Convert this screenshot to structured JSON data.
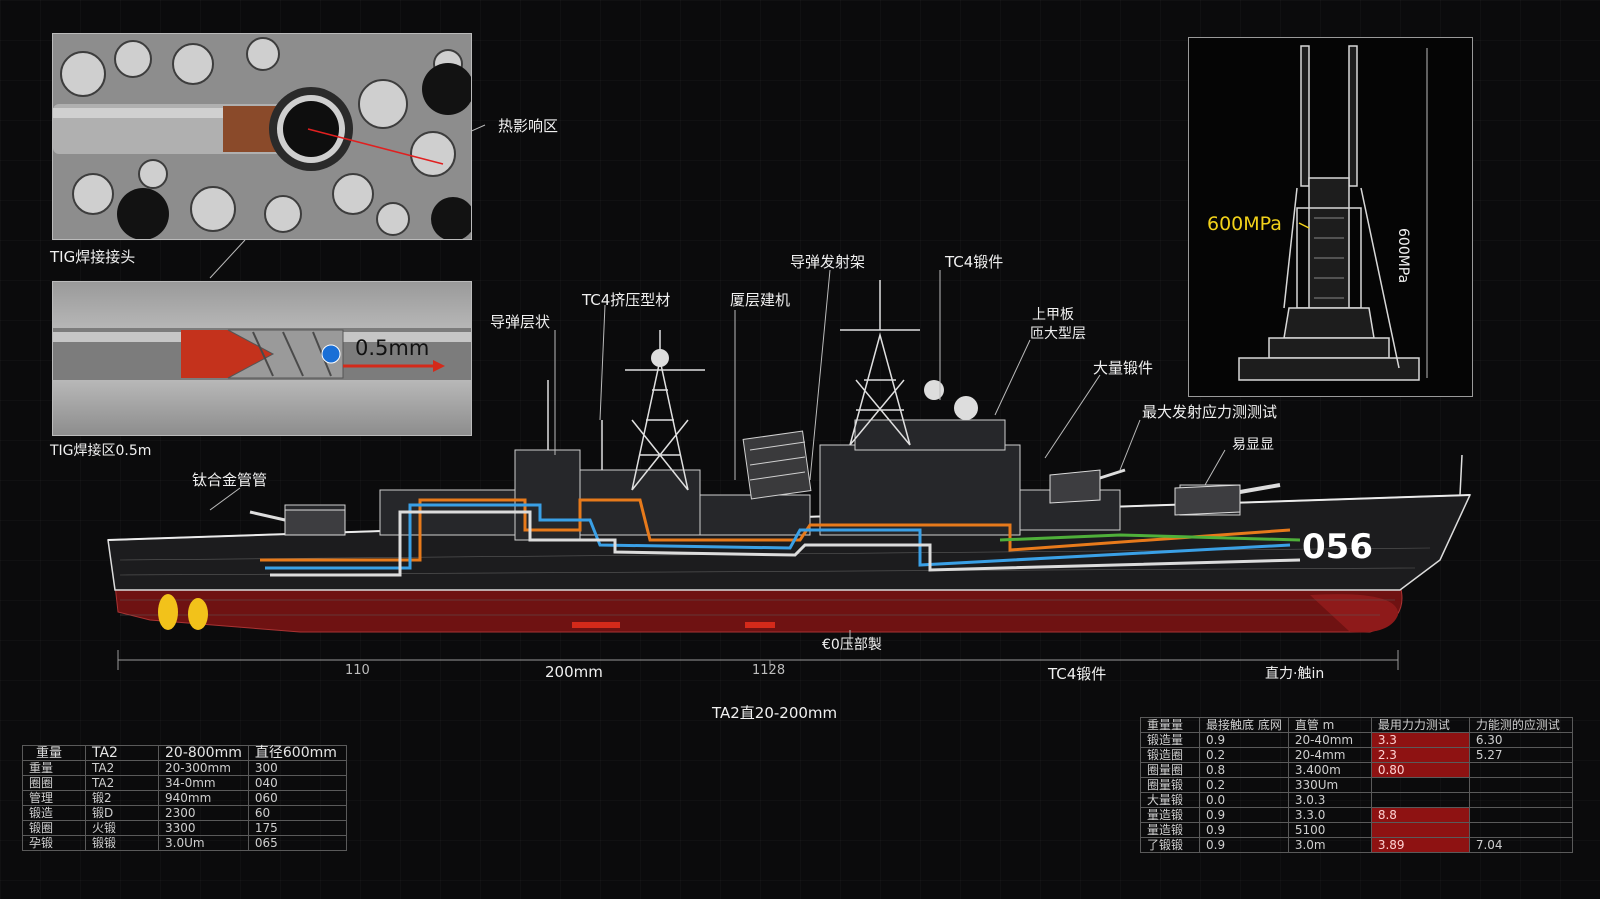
{
  "colors": {
    "background": "#0b0b0c",
    "hull_red": "#7a1414",
    "pipe_orange": "#e77a1b",
    "pipe_blue": "#3aa0e6",
    "pipe_green": "#4fb03a",
    "highlight_yellow": "#f2d21a",
    "weld_red": "#d42a1a"
  },
  "callouts": {
    "haz": "热影响区",
    "tig_joint": "TIG焊接接头",
    "weld_zone": "TIG焊接区0.5m",
    "weld_width": "0.5mm",
    "pipe": "钛合金管管",
    "missile_layer": "导弹层状",
    "tc4_extrusion": "TC4挤压型材",
    "superstructure": "厦层建机",
    "missile_launcher": "导弹发射架",
    "tc4_forging_top": "TC4锻件",
    "upper_layer_1": "上甲板",
    "upper_layer_2": "匝大型层",
    "large_forging": "大量锻件",
    "max_stress_test": "最大发射应力测测试",
    "misc_label": "易显显",
    "hull_number": "056",
    "launcher_stress": "600MPa",
    "launcher_height": "600MPa",
    "bottom_section": "€0压部製",
    "dim_1": "110",
    "dim_2": "200mm",
    "dim_3": "1128",
    "dim_4": "TC4锻件",
    "dim_5": "直力·触in",
    "pipe_spec": "TA2直20-200mm"
  },
  "table_left": {
    "title": "重量",
    "headers": [
      "",
      "TA2",
      "20-800mm",
      "直径600mm"
    ],
    "rows": [
      [
        "重量",
        "TA2",
        "20-300mm",
        "300"
      ],
      [
        "圈圈",
        "TA2",
        "34-0mm",
        "040"
      ],
      [
        "管理",
        "锻2",
        "940mm",
        "060"
      ],
      [
        "锻造",
        "锻D",
        "2300",
        "60"
      ],
      [
        "锻圈",
        "火锻",
        "3300",
        "175"
      ],
      [
        "孕锻",
        "锻锻",
        "3.0Um",
        "065"
      ]
    ]
  },
  "table_right": {
    "headers": [
      "重量量",
      "最接触底\n底网",
      "直管 m",
      "最用力力测试",
      "力能测的应测试"
    ],
    "rows": [
      [
        "锻造量",
        "0.9",
        "20-40mm",
        "3.3",
        "6.30"
      ],
      [
        "锻造圈",
        "0.2",
        "20-4mm",
        "2.3",
        "5.27"
      ],
      [
        "圈量圈",
        "0.8",
        "3.400m",
        "0.80",
        ""
      ],
      [
        "圈量锻",
        "0.2",
        "330Um",
        "",
        ""
      ],
      [
        "大量锻",
        "0.0",
        "3.0.3",
        "",
        ""
      ],
      [
        "量造锻",
        "0.9",
        "3.3.0",
        "8.8",
        ""
      ],
      [
        "量造锻",
        "0.9",
        "5100",
        "",
        ""
      ],
      [
        "了锻锻",
        "0.9",
        "3.0m",
        "3.89",
        "7.04"
      ]
    ]
  }
}
